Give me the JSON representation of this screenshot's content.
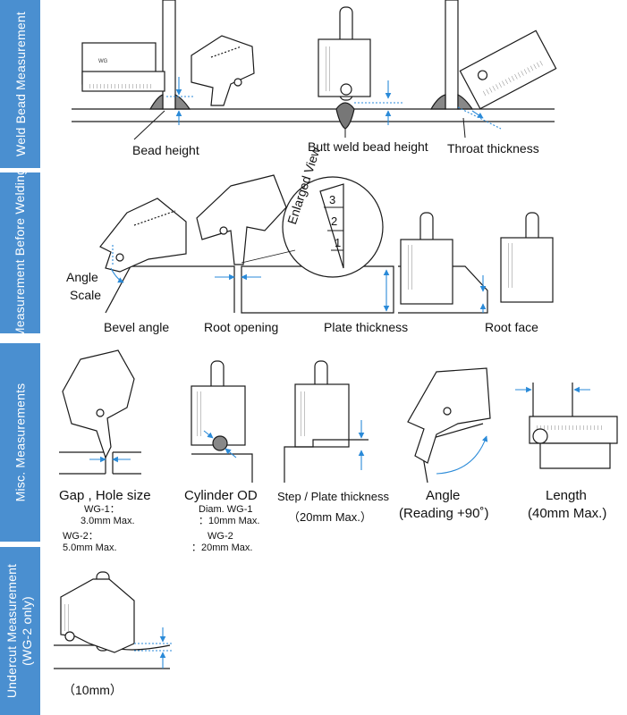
{
  "sections": [
    {
      "id": "weld-bead",
      "label": "Weld Bead Measurement"
    },
    {
      "id": "before-welding",
      "label": "Measurement Before Welding"
    },
    {
      "id": "misc",
      "label": "Misc. Measurements"
    },
    {
      "id": "undercut",
      "label_line1": "Undercut Measurement",
      "label_line2": "(WG-2 only)"
    }
  ],
  "weld_bead": {
    "bead_height": "Bead height",
    "butt_weld_bead_height": "Butt weld bead height",
    "throat_thickness": "Throat thickness"
  },
  "before_welding": {
    "angle_scale_line1": "Angle",
    "angle_scale_line2": "Scale",
    "bevel_angle": "Bevel angle",
    "root_opening": "Root opening",
    "plate_thickness": "Plate thickness",
    "root_face": "Root face",
    "enlarged_view": "Enlarged View",
    "enlarged_numbers": [
      "3",
      "2",
      "1"
    ]
  },
  "misc": {
    "gap_hole": "Gap , Hole size",
    "gap_wg1": "WG-1：",
    "gap_wg1_val": "3.0mm Max.",
    "gap_wg2": "WG-2：",
    "gap_wg2_val": "5.0mm Max.",
    "cylinder_od": "Cylinder OD",
    "cyl_line1": "Diam. WG-1",
    "cyl_line2": "：10mm Max.",
    "cyl_line3": "WG-2",
    "cyl_line4": "：20mm Max.",
    "step_plate": "Step / Plate thickness",
    "step_max": "（20mm Max.）",
    "angle": "Angle",
    "angle_reading": "(Reading +90˚)",
    "length": "Length",
    "length_max": "(40mm Max.)"
  },
  "undercut": {
    "max": "（10mm）"
  },
  "colors": {
    "tab": "#4a8fd0",
    "arrow": "#2a8ad8",
    "line": "#1a1a1a"
  }
}
